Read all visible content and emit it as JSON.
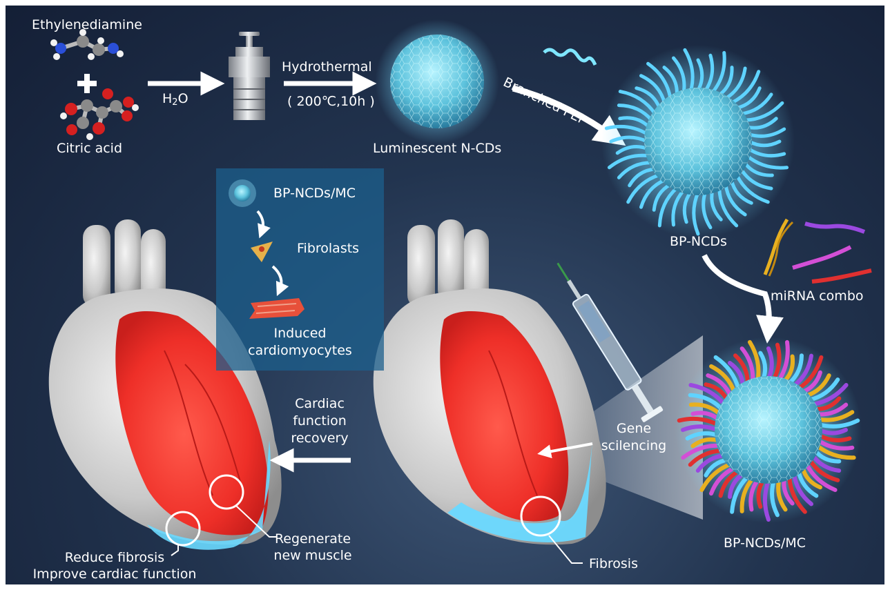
{
  "colors": {
    "background_dark": "#141f36",
    "background_light": "#3e5676",
    "panel": "#1c5f8c",
    "heart_red": "#f03a30",
    "fibrosis_cyan": "#56d8ff",
    "arrow": "#ffffff"
  },
  "labels": {
    "ethylenediamine": "Ethylenediamine",
    "citric_acid": "Citric acid",
    "water_base": "H",
    "water_sub": "2",
    "water_tail": "O",
    "hydrothermal": "Hydrothermal",
    "conditions": "( 200℃,10h )",
    "luminescent": "Luminescent N-CDs",
    "branched_pei": "Branched PEI",
    "bp_ncds": "BP-NCDs",
    "mirna_combo": "miRNA combo",
    "bp_ncds_mc": "BP-NCDs/MC",
    "gene_1": "Gene",
    "gene_2": "scilencing",
    "fibrosis": "Fibrosis",
    "cardiac_1": "Cardiac",
    "cardiac_2": "function",
    "cardiac_3": "recovery",
    "regenerate_1": "Regenerate",
    "regenerate_2": "new muscle",
    "reduce_fibrosis": "Reduce fibrosis",
    "improve_function": "Improve cardiac function"
  },
  "panel": {
    "title": "BP-NCDs/MC",
    "fibroblasts": "Fibrolasts",
    "induced_1": "Induced",
    "induced_2": "cardiomyocytes"
  },
  "icons": [
    "ethylenediamine-molecule-icon",
    "plus-icon",
    "citric-acid-molecule-icon",
    "autoclave-reactor-icon",
    "carbon-dot-sphere-icon",
    "pei-polymer-icon",
    "bp-ncd-particle-icon",
    "mirna-strands-icon",
    "bp-ncds-mc-particle-icon",
    "syringe-icon",
    "heart-icon",
    "fibroblast-cell-icon",
    "cardiomyocyte-cell-icon"
  ]
}
